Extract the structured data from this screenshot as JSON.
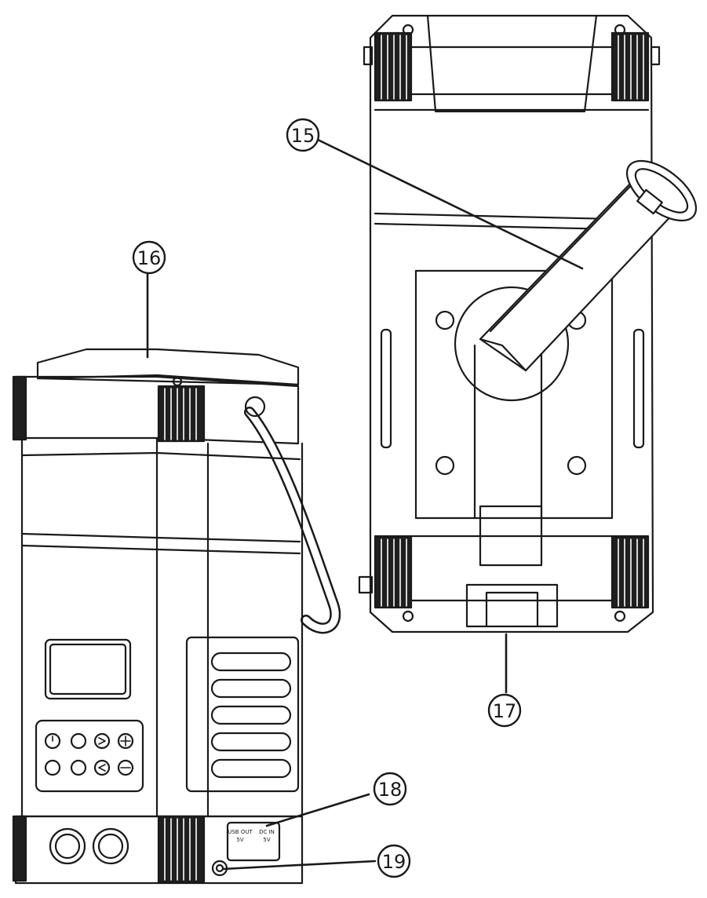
{
  "callouts": [
    {
      "id": "callout-15",
      "label": "15"
    },
    {
      "id": "callout-16",
      "label": "16"
    },
    {
      "id": "callout-17",
      "label": "17"
    },
    {
      "id": "callout-18",
      "label": "18"
    },
    {
      "id": "callout-19",
      "label": "19"
    }
  ],
  "port_labels": {
    "usb_out": "USB OUT",
    "usb_out_volt": "5V",
    "dc_in": "DC IN",
    "dc_in_volt": "5V"
  },
  "colors": {
    "line": "#1a1a1a",
    "band": "#1f1f1f",
    "paper": "#ffffff"
  }
}
